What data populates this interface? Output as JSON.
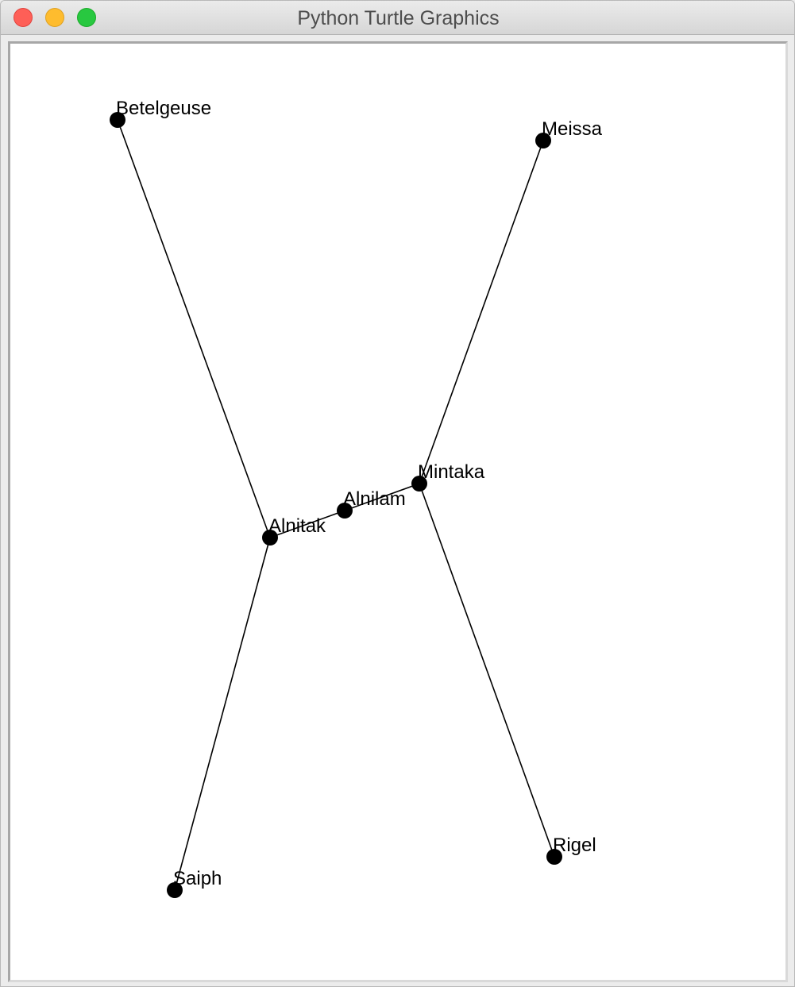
{
  "window": {
    "title": "Python Turtle Graphics"
  },
  "colors": {
    "ink": "#000000",
    "canvas_background": "#ffffff",
    "close_button": "#fe5f57",
    "minimize_button": "#febc2e",
    "zoom_button": "#28c840"
  },
  "stars": [
    {
      "id": "betelgeuse",
      "label": "Betelgeuse"
    },
    {
      "id": "meissa",
      "label": "Meissa"
    },
    {
      "id": "mintaka",
      "label": "Mintaka"
    },
    {
      "id": "alnilam",
      "label": "Alnilam"
    },
    {
      "id": "alnitak",
      "label": "Alnitak"
    },
    {
      "id": "rigel",
      "label": "Rigel"
    },
    {
      "id": "saiph",
      "label": "Saiph"
    }
  ],
  "connections": [
    [
      "betelgeuse",
      "alnitak"
    ],
    [
      "alnitak",
      "alnilam"
    ],
    [
      "alnilam",
      "mintaka"
    ],
    [
      "mintaka",
      "meissa"
    ],
    [
      "mintaka",
      "rigel"
    ],
    [
      "alnitak",
      "saiph"
    ]
  ]
}
